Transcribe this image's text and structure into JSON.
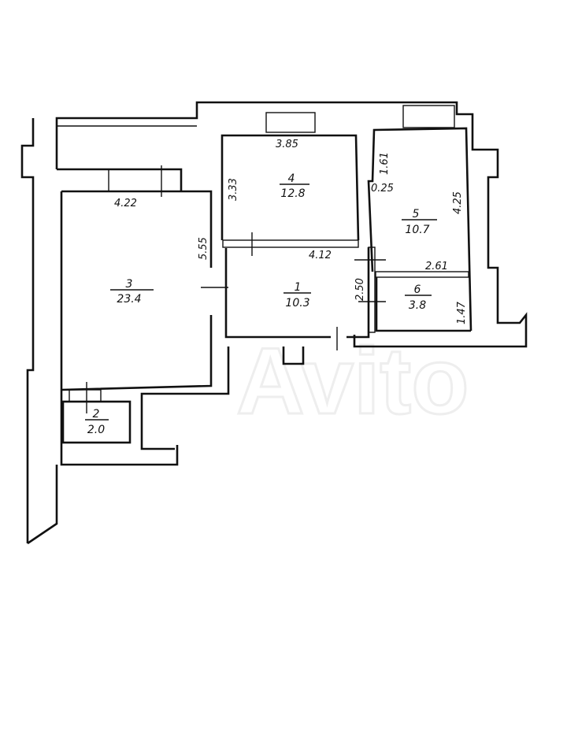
{
  "watermark": "Avito",
  "rooms": [
    {
      "number": "1",
      "area": "10.3"
    },
    {
      "number": "2",
      "area": "2.0"
    },
    {
      "number": "3",
      "area": "23.4"
    },
    {
      "number": "4",
      "area": "12.8"
    },
    {
      "number": "5",
      "area": "10.7"
    },
    {
      "number": "6",
      "area": "3.8"
    }
  ],
  "dimensions": {
    "room3_width": "4.22",
    "room3_length": "5.55",
    "room4_width": "3.85",
    "room4_length": "3.33",
    "room1_width": "4.12",
    "room1_length": "2.50",
    "room5_upper": "1.61",
    "room5_offset": "0.25",
    "room5_length": "4.25",
    "room5_width": "2.61",
    "room6_length": "1.47"
  }
}
